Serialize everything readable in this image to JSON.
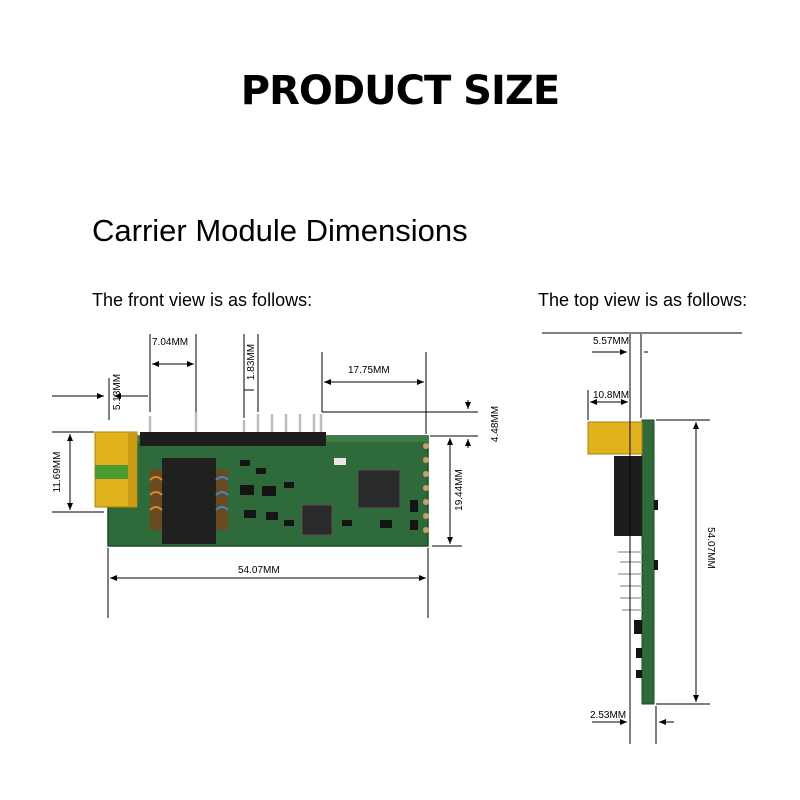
{
  "header": {
    "title": "PRODUCT SIZE"
  },
  "section": {
    "title": "Carrier Module Dimensions"
  },
  "front_view": {
    "caption": "The front view is as follows:",
    "dims": {
      "pin_offset": "5.13MM",
      "pin_span": "7.04MM",
      "pin_height": "1.83MM",
      "right_span": "17.75MM",
      "top_gap": "4.48MM",
      "left_height": "11.69MM",
      "right_height": "19.44MM",
      "length": "54.07MM"
    }
  },
  "top_view": {
    "caption": "The top view is as follows:",
    "dims": {
      "top_width": "5.57MM",
      "component_width": "10.8MM",
      "length": "54.07MM",
      "bottom_width": "2.53MM"
    }
  },
  "colors": {
    "pcb": "#2f6b3a",
    "pcb_dark": "#1f4a28",
    "transformer": "#e2b21c",
    "transformer_band": "#4a9a30",
    "pins": "#c7c7c7",
    "header": "#1d1d1d",
    "chip": "#2a2a2a",
    "lines": "#000000"
  }
}
